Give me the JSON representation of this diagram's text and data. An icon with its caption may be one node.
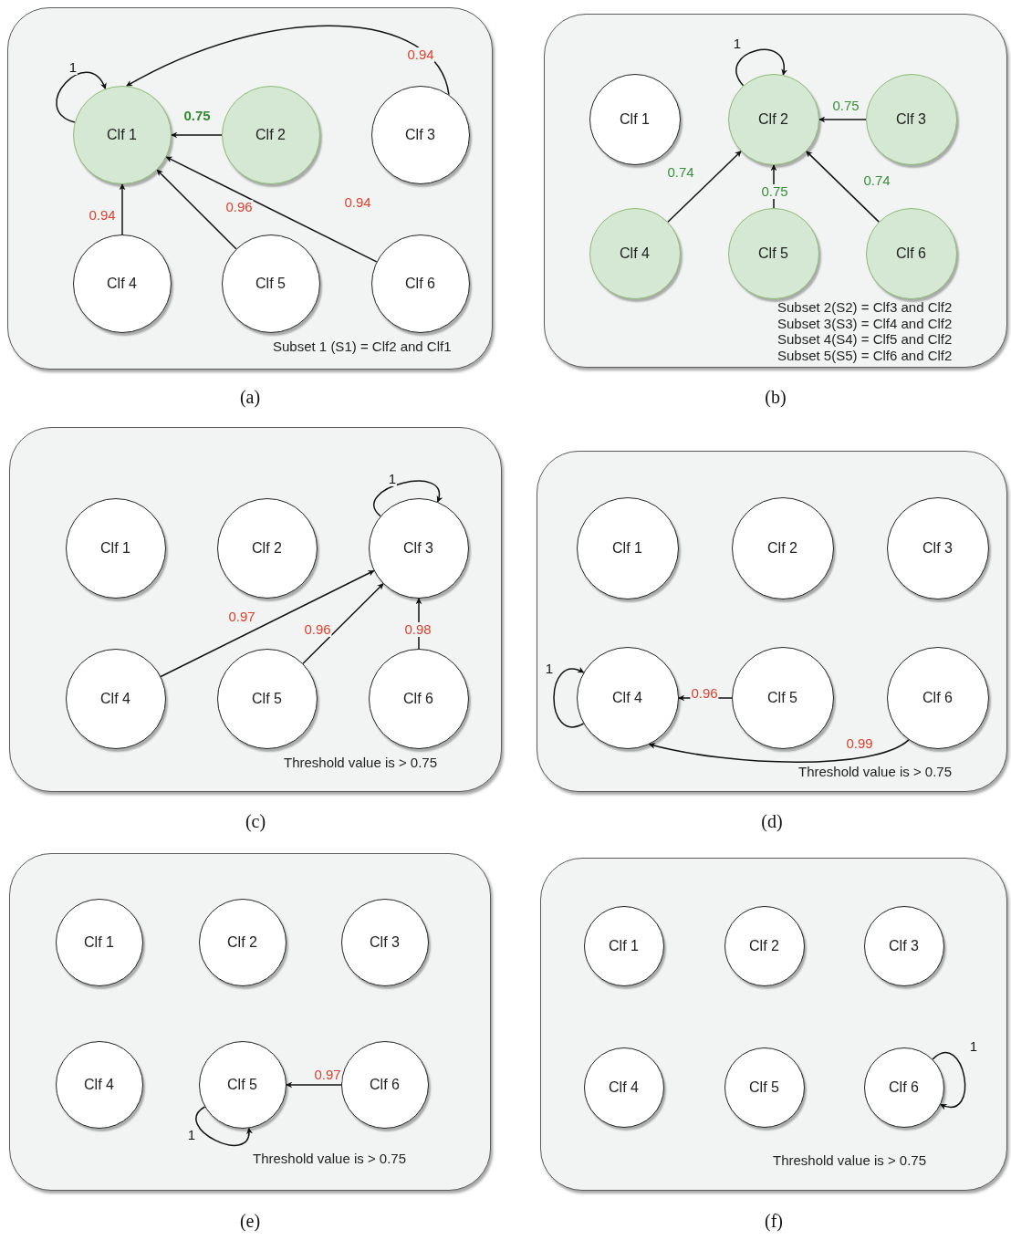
{
  "diagram": {
    "nodes": [
      {
        "text": [
          "Subset  1 (S1) = Clf2 and Clf1"
        ],
        "beside": [
          "(a)"
        ]
      },
      {
        "text": [
          "Clf 1"
        ],
        "in": 0
      },
      {
        "text": [
          "Clf 2"
        ],
        "in": 0
      },
      {
        "text": [
          "Clf 3"
        ],
        "in": 0
      },
      {
        "text": [
          "Clf 4"
        ],
        "in": 0
      },
      {
        "text": [
          "Clf 5"
        ],
        "in": 0
      },
      {
        "text": [
          "Clf 6"
        ],
        "in": 0
      },
      {
        "text": [
          "Subset 2(S2) = Clf3 and Clf2",
          "Subset 3(S3) = Clf4 and Clf2",
          "Subset 4(S4) = Clf5 and Clf2",
          "Subset 5(S5) = Clf6 and Clf2"
        ],
        "beside": [
          "(b)"
        ]
      },
      {
        "text": [
          "Clf 1"
        ],
        "in": 7
      },
      {
        "text": [
          "Clf 2"
        ],
        "in": 7
      },
      {
        "text": [
          "Clf 3"
        ],
        "in": 7
      },
      {
        "text": [
          "Clf 4"
        ],
        "in": 7
      },
      {
        "text": [
          "Clf 5"
        ],
        "in": 7
      },
      {
        "text": [
          "Clf 6"
        ],
        "in": 7
      },
      {
        "text": [
          "Threshold value is > 0.75"
        ],
        "beside": [
          "(c)"
        ]
      },
      {
        "text": [
          "Clf 1"
        ],
        "in": 14
      },
      {
        "text": [
          "Clf 2"
        ],
        "in": 14
      },
      {
        "text": [
          "Clf 3"
        ],
        "in": 14
      },
      {
        "text": [
          "Clf 4"
        ],
        "in": 14
      },
      {
        "text": [
          "Clf 5"
        ],
        "in": 14
      },
      {
        "text": [
          "Clf 6"
        ],
        "in": 14
      },
      {
        "text": [
          "Threshold value is > 0.75"
        ],
        "beside": [
          "(d)"
        ]
      },
      {
        "text": [
          "Clf 1"
        ],
        "in": 21
      },
      {
        "text": [
          "Clf 2"
        ],
        "in": 21
      },
      {
        "text": [
          "Clf 3"
        ],
        "in": 21
      },
      {
        "text": [
          "Clf 4"
        ],
        "in": 21
      },
      {
        "text": [
          "Clf 5"
        ],
        "in": 21
      },
      {
        "text": [
          "Clf 6"
        ],
        "in": 21
      },
      {
        "text": [
          "Threshold value is > 0.75"
        ],
        "beside": [
          "(e)"
        ]
      },
      {
        "text": [
          "Clf 1"
        ],
        "in": 28
      },
      {
        "text": [
          "Clf 2"
        ],
        "in": 28
      },
      {
        "text": [
          "Clf 3"
        ],
        "in": 28
      },
      {
        "text": [
          "Clf 4"
        ],
        "in": 28
      },
      {
        "text": [
          "Clf 5"
        ],
        "in": 28
      },
      {
        "text": [
          "Clf 6"
        ],
        "in": 28
      },
      {
        "text": [
          "Threshold value is > 0.75"
        ],
        "beside": [
          "(f)"
        ]
      },
      {
        "text": [
          "Clf 1"
        ],
        "in": 35
      },
      {
        "text": [
          "Clf 2"
        ],
        "in": 35
      },
      {
        "text": [
          "Clf 3"
        ],
        "in": 35
      },
      {
        "text": [
          "Clf 4"
        ],
        "in": 35
      },
      {
        "text": [
          "Clf 5"
        ],
        "in": 35
      },
      {
        "text": [
          "Clf 6"
        ],
        "in": 35
      }
    ],
    "edges": [
      {
        "from": 1,
        "to": 1,
        "arrow": "to",
        "label": "1"
      },
      {
        "from": 3,
        "to": 1,
        "arrow": "to",
        "label": "0.94"
      },
      {
        "from": 2,
        "to": 1,
        "arrow": "to",
        "label": "0.75"
      },
      {
        "from": 4,
        "to": 1,
        "arrow": "to",
        "label": "0.94"
      },
      {
        "from": 5,
        "to": 1,
        "arrow": "to",
        "label": "0.96"
      },
      {
        "from": 6,
        "to": 1,
        "arrow": "to",
        "label": "0.94"
      },
      {
        "from": 9,
        "to": 9,
        "arrow": "to",
        "label": "1"
      },
      {
        "from": 10,
        "to": 9,
        "arrow": "to",
        "label": "0.75"
      },
      {
        "from": 11,
        "to": 9,
        "arrow": "to",
        "label": "0.74"
      },
      {
        "from": 12,
        "to": 9,
        "arrow": "to",
        "label": "0.75"
      },
      {
        "from": 13,
        "to": 9,
        "arrow": "to",
        "label": "0.74"
      },
      {
        "from": 17,
        "to": 17,
        "arrow": "to",
        "label": "1"
      },
      {
        "from": 18,
        "to": 17,
        "arrow": "to",
        "label": "0.97"
      },
      {
        "from": 19,
        "to": 17,
        "arrow": "to",
        "label": "0.96"
      },
      {
        "from": 20,
        "to": 17,
        "arrow": "to",
        "label": "0.98"
      },
      {
        "from": 25,
        "to": 25,
        "arrow": "to",
        "label": "1"
      },
      {
        "from": 26,
        "to": 25,
        "arrow": "to",
        "label": "0.96"
      },
      {
        "from": 27,
        "to": 25,
        "arrow": "to",
        "label": "0.99"
      },
      {
        "from": 33,
        "to": 33,
        "arrow": "to",
        "label": "1"
      },
      {
        "from": 34,
        "to": 33,
        "arrow": "to",
        "label": "0.97"
      },
      {
        "from": 41,
        "to": 41,
        "arrow": "to",
        "label": "1"
      }
    ]
  }
}
